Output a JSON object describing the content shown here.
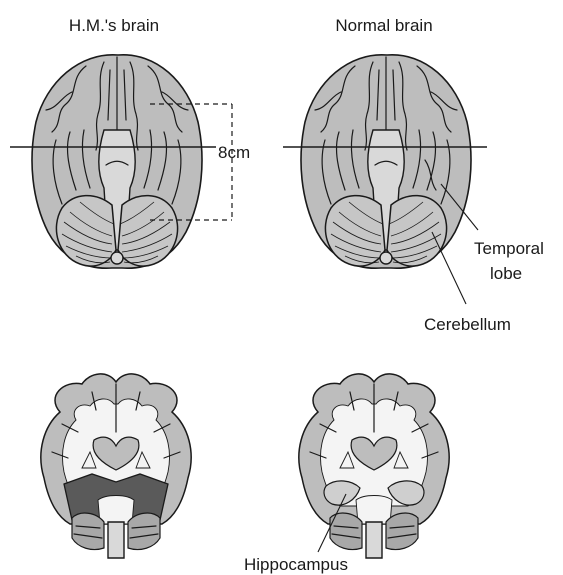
{
  "labels": {
    "hm_brain": "H.M.'s brain",
    "normal_brain": "Normal brain",
    "measure": "8cm",
    "temporal_line1": "Temporal",
    "temporal_line2": "lobe",
    "cerebellum": "Cerebellum",
    "hippocampus": "Hippocampus"
  },
  "colors": {
    "ink": "#1a1a1a",
    "cortex_grey": "#bdbdbd",
    "white_matter": "#f4f4f4",
    "removed_tissue": "#5a5a5a"
  }
}
